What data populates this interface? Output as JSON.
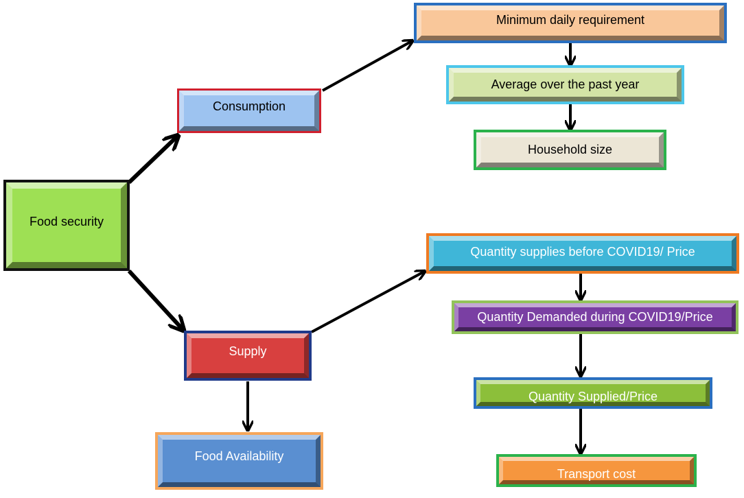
{
  "nodes": {
    "food_security": "Food security",
    "consumption": "Consumption",
    "supply": "Supply",
    "min_daily": "Minimum daily requirement",
    "avg_year": "Average over the past year",
    "household": "Household size",
    "food_availability": "Food Availability",
    "qty_before": "Quantity supplies before COVID19/ Price",
    "qty_demanded": "Quantity Demanded during COVID19/Price",
    "qty_supplied": "Quantity Supplied/Price",
    "transport": "Transport cost"
  },
  "colors": {
    "food_security_fill": "#9ee054",
    "consumption_fill": "#9dc3f0",
    "consumption_border": "#d0202e",
    "supply_fill": "#d8403f",
    "supply_border": "#1f3a8a",
    "min_daily_fill": "#f9c79a",
    "min_daily_border": "#2a6fc0",
    "avg_year_fill": "#d3e4a6",
    "avg_year_border": "#4cc6ea",
    "household_fill": "#ece6d6",
    "household_border": "#2bb24c",
    "food_availability_fill": "#5a8fd1",
    "food_availability_border": "#f6a65a",
    "qty_before_fill": "#3fb6d8",
    "qty_before_border": "#ef7a22",
    "qty_demanded_fill": "#7a3fa3",
    "qty_demanded_border": "#92c35a",
    "qty_supplied_fill": "#8cbf3a",
    "qty_supplied_border": "#2a6fc0",
    "transport_fill": "#f6963e",
    "transport_border": "#2bb24c",
    "arrow": "#000000"
  }
}
